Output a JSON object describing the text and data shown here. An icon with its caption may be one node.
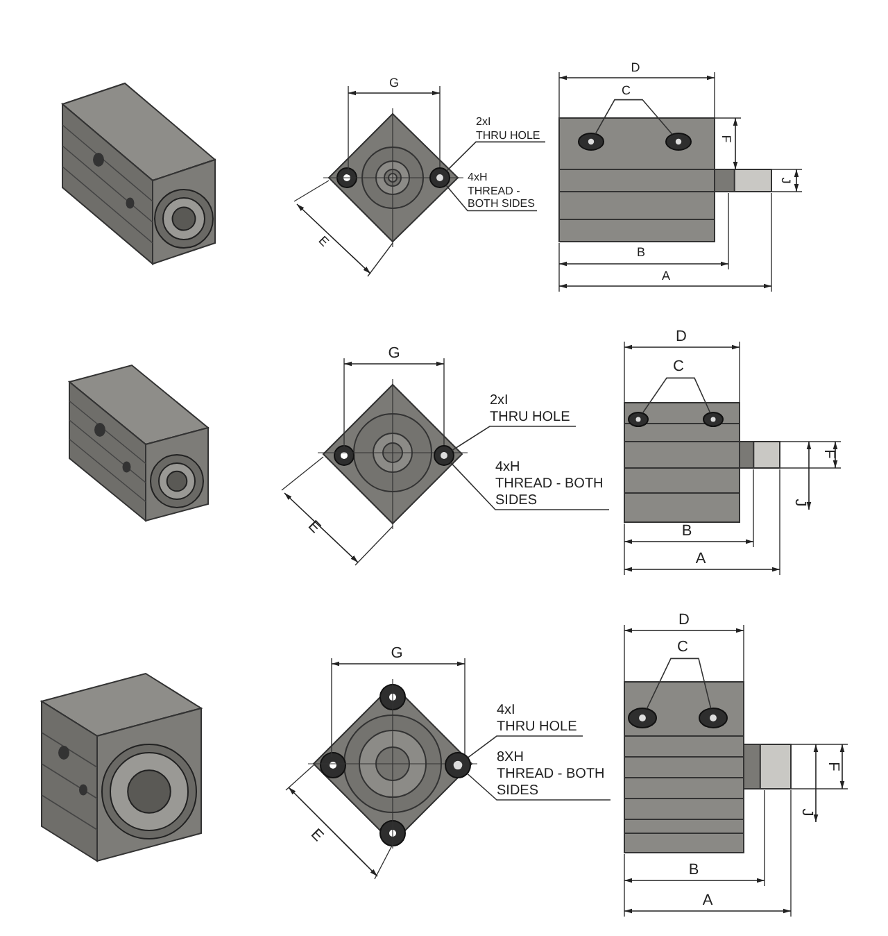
{
  "diagram": {
    "nodes": [
      {
        "text": [
          "2xI",
          "THRU HOLE"
        ]
      },
      {
        "text": [],
        "shape": "circle"
      },
      {
        "text": [
          "4xH",
          "THREAD - BOTH SIDES"
        ]
      },
      {
        "text": [
          "C"
        ]
      },
      {
        "text": [],
        "shape": "circle"
      },
      {
        "text": [],
        "shape": "circle"
      },
      {
        "text": [
          "2xI",
          "THRU HOLE"
        ]
      },
      {
        "text": [],
        "shape": "circle"
      },
      {
        "text": [
          "4xH",
          "THREAD - BOTH SIDES"
        ]
      },
      {
        "text": [
          "C"
        ]
      },
      {
        "text": [],
        "shape": "circle"
      },
      {
        "text": [],
        "shape": "circle"
      },
      {
        "text": [
          "4xI",
          "THRU HOLE"
        ]
      },
      {
        "text": [],
        "shape": "circle"
      },
      {
        "text": [
          "8XH",
          "THREAD - BOTH SIDES"
        ]
      },
      {
        "text": [
          "C"
        ]
      },
      {
        "text": [],
        "shape": "circle"
      },
      {
        "text": [],
        "shape": "circle"
      }
    ],
    "edges": [
      {
        "from": 0,
        "to": 1,
        "arrow": "none"
      },
      {
        "from": 2,
        "to": 1,
        "arrow": "none"
      },
      {
        "from": 3,
        "to": 4,
        "arrow": "none"
      },
      {
        "from": 3,
        "to": 5,
        "arrow": "none"
      },
      {
        "from": 6,
        "to": 7,
        "arrow": "none"
      },
      {
        "from": 8,
        "to": 7,
        "arrow": "none"
      },
      {
        "from": 9,
        "to": 10,
        "arrow": "none"
      },
      {
        "from": 9,
        "to": 11,
        "arrow": "none"
      },
      {
        "from": 12,
        "to": 13,
        "arrow": "none"
      },
      {
        "from": 14,
        "to": 13,
        "arrow": "none"
      },
      {
        "from": 15,
        "to": 16,
        "arrow": "none"
      },
      {
        "from": 15,
        "to": 17,
        "arrow": "none"
      }
    ],
    "labels": [
      "G",
      "D",
      "F",
      "J",
      "E",
      "B",
      "A",
      "G",
      "D",
      "F",
      "J",
      "E",
      "B",
      "A",
      "G",
      "D",
      "F",
      "J",
      "E",
      "B",
      "A"
    ]
  }
}
